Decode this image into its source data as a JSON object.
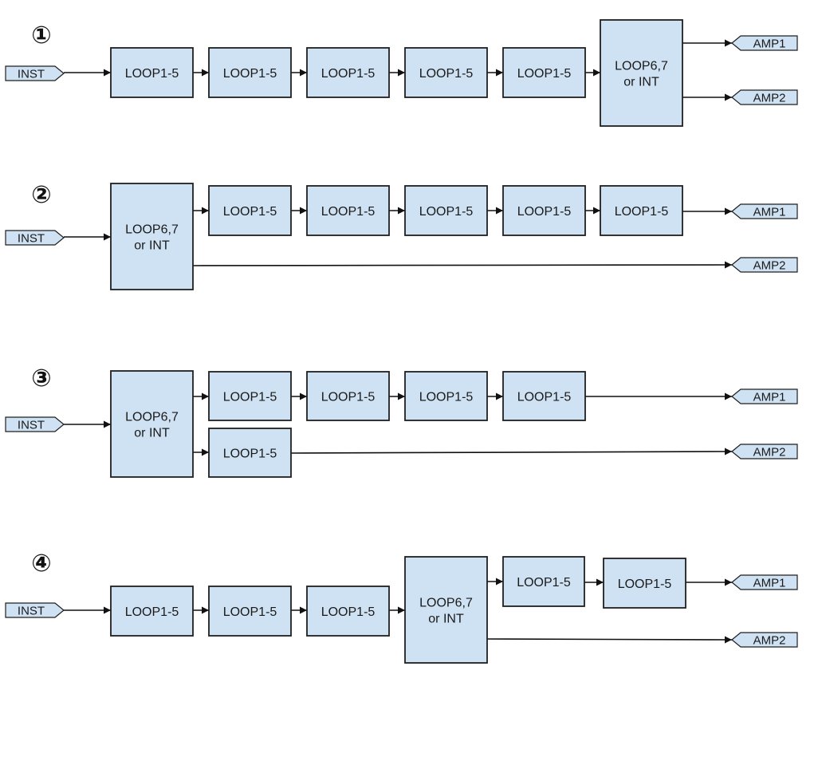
{
  "title": "Loop routing configurations",
  "colors": {
    "box_fill": "#cfe2f3",
    "stroke": "#1f1f1f"
  },
  "diagrams": [
    {
      "number": "①",
      "input": "INST",
      "outputs": [
        "AMP1",
        "AMP2"
      ],
      "blocks": [
        {
          "id": "a",
          "label": [
            "LOOP1-5"
          ]
        },
        {
          "id": "b",
          "label": [
            "LOOP1-5"
          ]
        },
        {
          "id": "c",
          "label": [
            "LOOP1-5"
          ]
        },
        {
          "id": "d",
          "label": [
            "LOOP1-5"
          ]
        },
        {
          "id": "e",
          "label": [
            "LOOP1-5"
          ]
        },
        {
          "id": "f",
          "label": [
            "LOOP6,7",
            "or INT"
          ]
        }
      ],
      "connections": [
        [
          "INST",
          "a"
        ],
        [
          "a",
          "b"
        ],
        [
          "b",
          "c"
        ],
        [
          "c",
          "d"
        ],
        [
          "d",
          "e"
        ],
        [
          "e",
          "f"
        ],
        [
          "f",
          "AMP1"
        ],
        [
          "f",
          "AMP2"
        ]
      ]
    },
    {
      "number": "②",
      "input": "INST",
      "outputs": [
        "AMP1",
        "AMP2"
      ],
      "blocks": [
        {
          "id": "f",
          "label": [
            "LOOP6,7",
            "or INT"
          ]
        },
        {
          "id": "a",
          "label": [
            "LOOP1-5"
          ]
        },
        {
          "id": "b",
          "label": [
            "LOOP1-5"
          ]
        },
        {
          "id": "c",
          "label": [
            "LOOP1-5"
          ]
        },
        {
          "id": "d",
          "label": [
            "LOOP1-5"
          ]
        },
        {
          "id": "e",
          "label": [
            "LOOP1-5"
          ]
        }
      ],
      "connections": [
        [
          "INST",
          "f"
        ],
        [
          "f",
          "a"
        ],
        [
          "a",
          "b"
        ],
        [
          "b",
          "c"
        ],
        [
          "c",
          "d"
        ],
        [
          "d",
          "e"
        ],
        [
          "e",
          "AMP1"
        ],
        [
          "f",
          "AMP2"
        ]
      ]
    },
    {
      "number": "③",
      "input": "INST",
      "outputs": [
        "AMP1",
        "AMP2"
      ],
      "blocks": [
        {
          "id": "f",
          "label": [
            "LOOP6,7",
            "or INT"
          ]
        },
        {
          "id": "a",
          "label": [
            "LOOP1-5"
          ]
        },
        {
          "id": "b",
          "label": [
            "LOOP1-5"
          ]
        },
        {
          "id": "c",
          "label": [
            "LOOP1-5"
          ]
        },
        {
          "id": "d",
          "label": [
            "LOOP1-5"
          ]
        },
        {
          "id": "e",
          "label": [
            "LOOP1-5"
          ]
        }
      ],
      "connections": [
        [
          "INST",
          "f"
        ],
        [
          "f",
          "a"
        ],
        [
          "a",
          "b"
        ],
        [
          "b",
          "c"
        ],
        [
          "c",
          "d"
        ],
        [
          "d",
          "AMP1"
        ],
        [
          "f",
          "e"
        ],
        [
          "e",
          "AMP2"
        ]
      ]
    },
    {
      "number": "④",
      "input": "INST",
      "outputs": [
        "AMP1",
        "AMP2"
      ],
      "blocks": [
        {
          "id": "a",
          "label": [
            "LOOP1-5"
          ]
        },
        {
          "id": "b",
          "label": [
            "LOOP1-5"
          ]
        },
        {
          "id": "c",
          "label": [
            "LOOP1-5"
          ]
        },
        {
          "id": "f",
          "label": [
            "LOOP6,7",
            "or INT"
          ]
        },
        {
          "id": "d",
          "label": [
            "LOOP1-5"
          ]
        },
        {
          "id": "e",
          "label": [
            "LOOP1-5"
          ]
        }
      ],
      "connections": [
        [
          "INST",
          "a"
        ],
        [
          "a",
          "b"
        ],
        [
          "b",
          "c"
        ],
        [
          "c",
          "f"
        ],
        [
          "f",
          "d"
        ],
        [
          "d",
          "e"
        ],
        [
          "e",
          "AMP1"
        ],
        [
          "f",
          "AMP2"
        ]
      ]
    }
  ]
}
